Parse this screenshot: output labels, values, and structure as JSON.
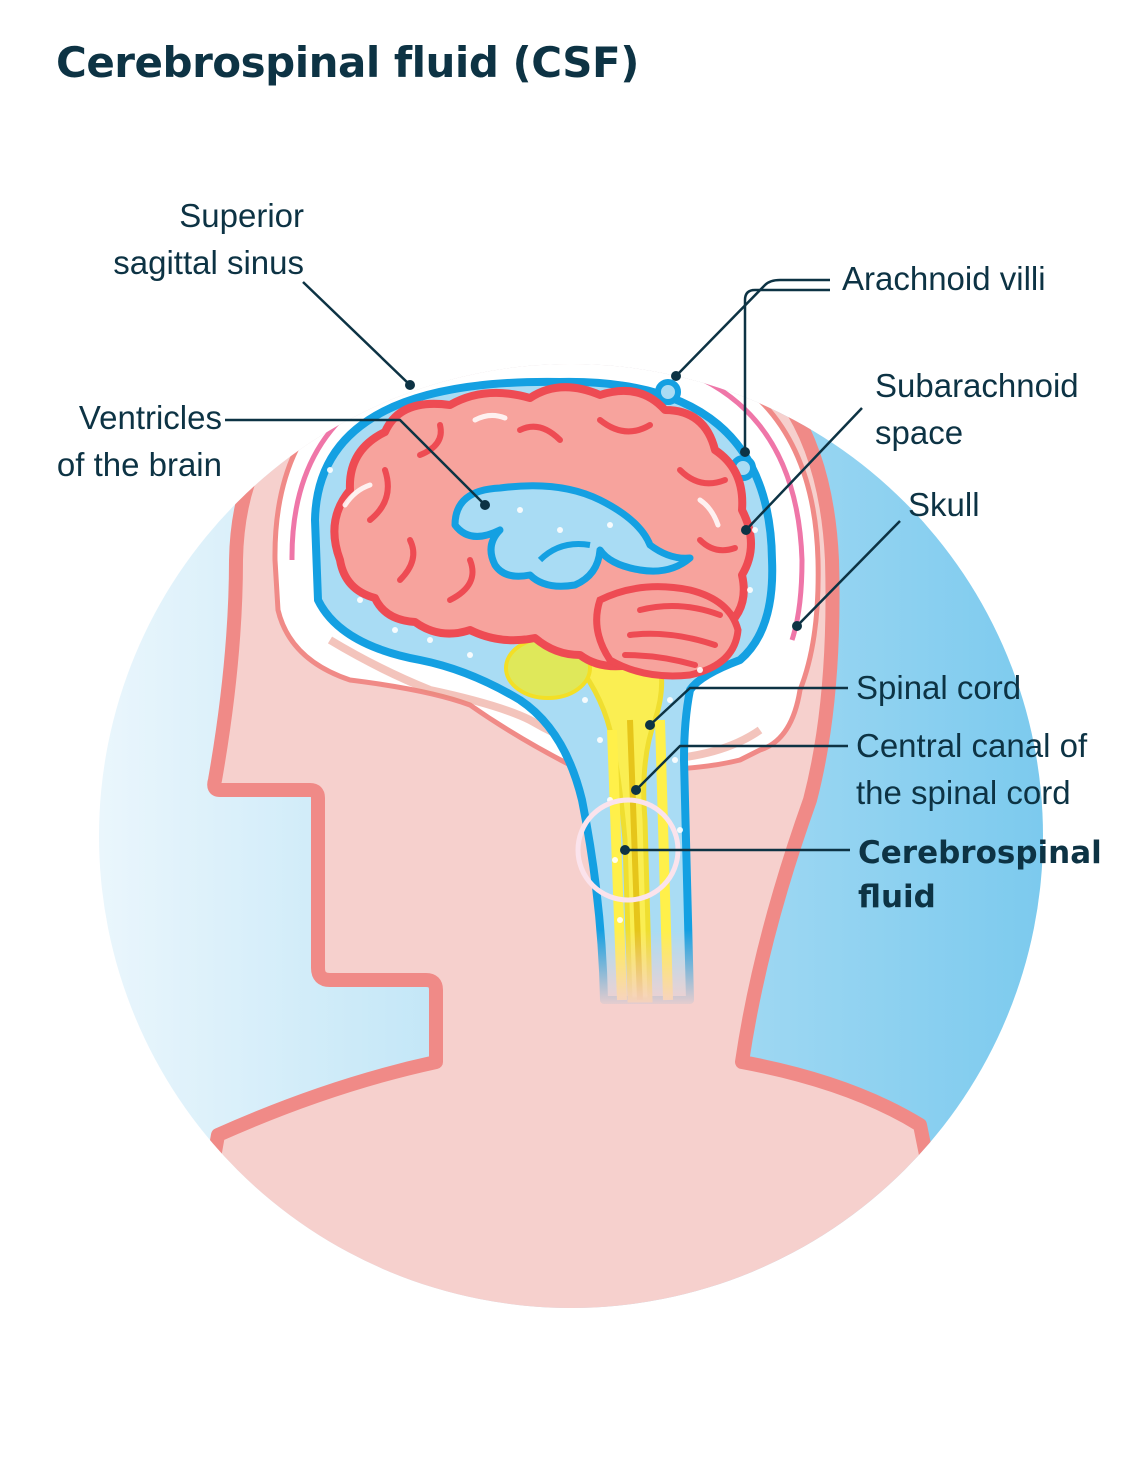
{
  "title": "Cerebrospinal fluid (CSF)",
  "labels": {
    "superior_sagittal_sinus": [
      "Superior",
      "sagittal sinus"
    ],
    "arachnoid_villi": [
      "Arachnoid villi"
    ],
    "ventricles": [
      "Ventricles",
      "of the brain"
    ],
    "subarachnoid_space": [
      "Subarachnoid",
      "space"
    ],
    "skull": [
      "Skull"
    ],
    "spinal_cord": [
      "Spinal cord"
    ],
    "central_canal": [
      "Central canal of",
      "the spinal cord"
    ],
    "csf": [
      "Cerebrospinal",
      "fluid"
    ]
  },
  "colors": {
    "text": "#0d3344",
    "skin": "#f6d0cd",
    "outline": "#f08a87",
    "fluid": "#9fd8f2",
    "fluid_edge": "#14a0e2",
    "brain": "#f7a39d",
    "brain_edge": "#ee4b53",
    "spinal": "#fff04a",
    "sky": "#8cd1ef"
  }
}
